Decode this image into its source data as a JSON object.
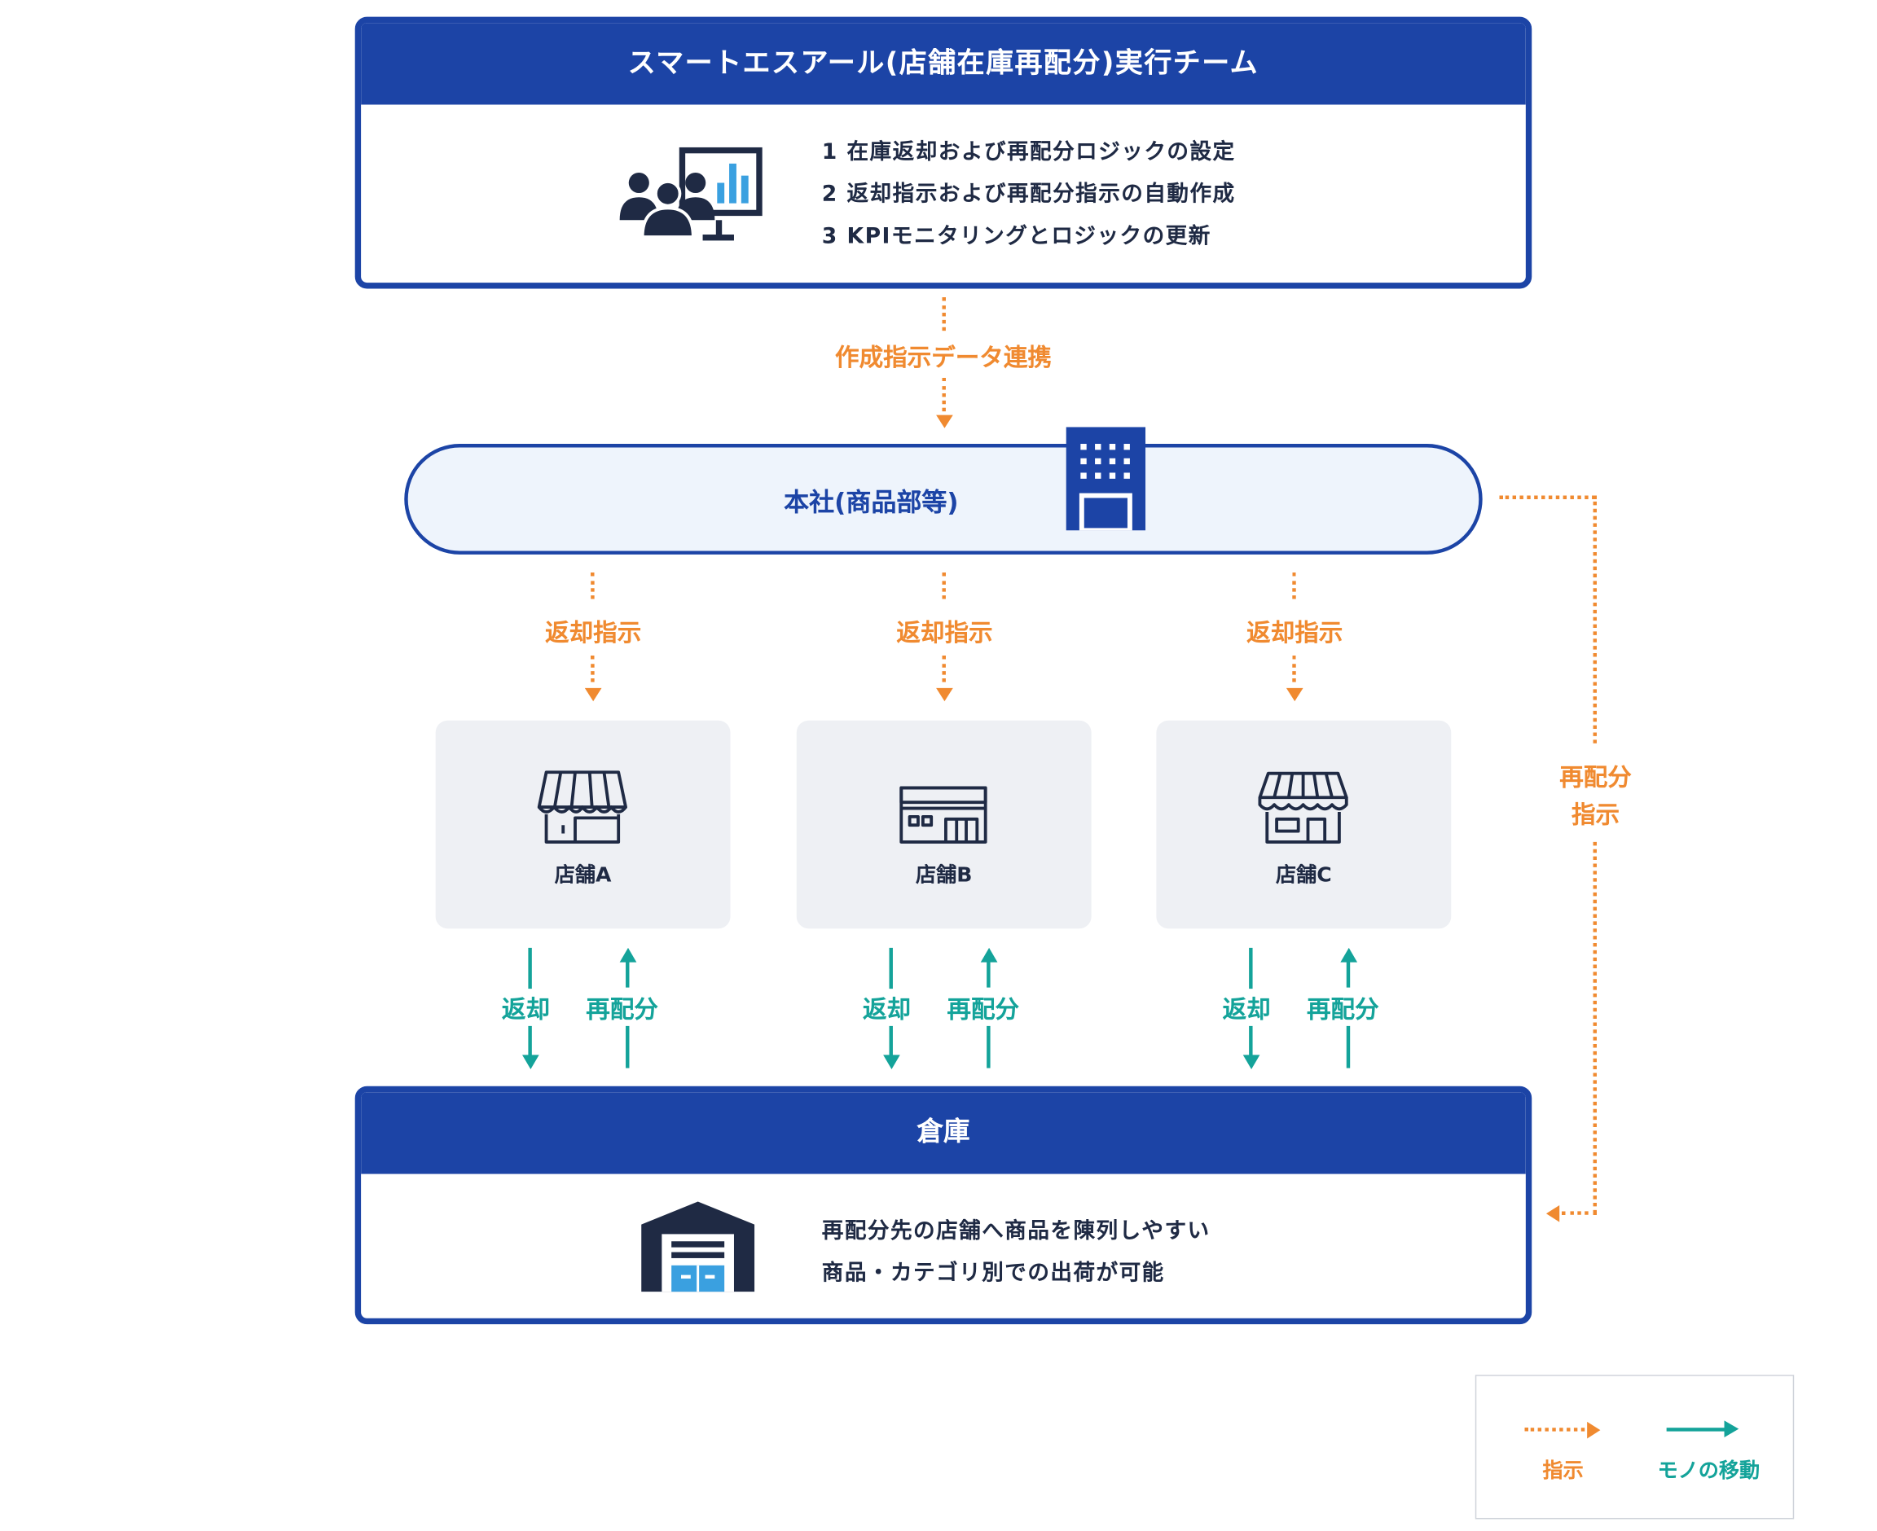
{
  "team": {
    "title": "スマートエスアール(店舗在庫再配分)実行チーム",
    "items": [
      "1 在庫返却および再配分ロジックの設定",
      "2 返却指示および再配分指示の自動作成",
      "3 KPIモニタリングとロジックの更新"
    ]
  },
  "flow_label": "作成指示データ連携",
  "hq": {
    "label": "本社(商品部等)"
  },
  "return_instruction": "返却指示",
  "redistribution_instruction": [
    "再配分",
    "指示"
  ],
  "stores": [
    {
      "name": "店舗A",
      "icon": "store-awning-icon"
    },
    {
      "name": "店舗B",
      "icon": "store-shop-icon"
    },
    {
      "name": "店舗C",
      "icon": "store-striped-awning-icon"
    }
  ],
  "movement": {
    "return_label": "返却",
    "redistribute_label": "再配分"
  },
  "warehouse": {
    "title": "倉庫",
    "items": [
      "再配分先の店舗へ商品を陳列しやすい",
      "商品・カテゴリ別での出荷が可能"
    ]
  },
  "legend": {
    "instruction": "指示",
    "goods": "モノの移動"
  },
  "colors": {
    "primary": "#1c44a6",
    "instruction": "#f08a30",
    "goods": "#14a39a",
    "navy": "#1f2a44"
  }
}
